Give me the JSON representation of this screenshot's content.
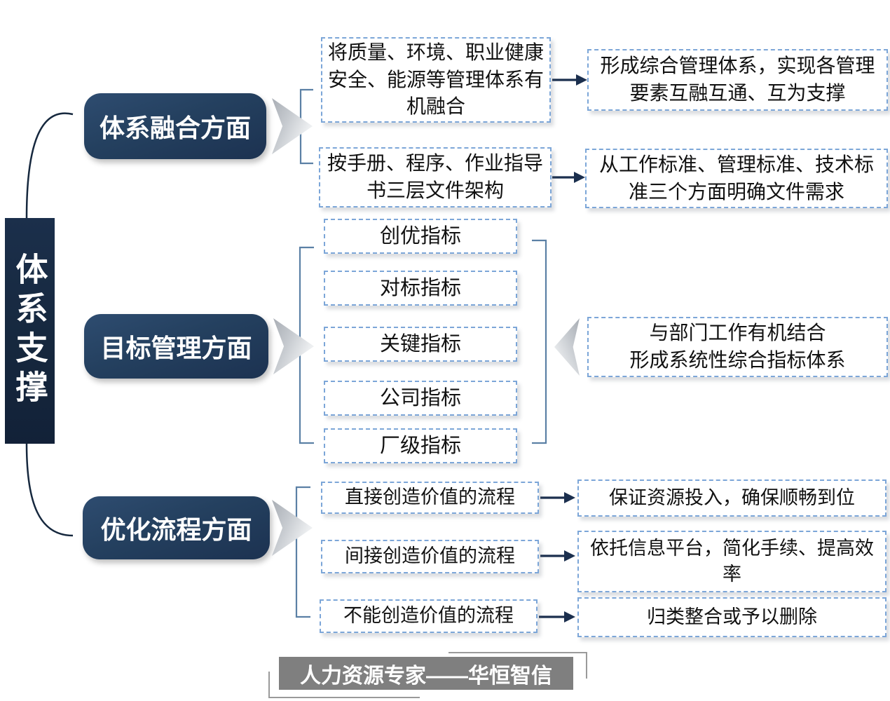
{
  "root": {
    "label": "体系支撑"
  },
  "sections": [
    {
      "label": "体系融合方面",
      "rows": [
        {
          "left": "将质量、环境、职业健康安全、能源等管理体系有机融合",
          "right": "形成综合管理体系，实现各管理要素互融互通、互为支撑"
        },
        {
          "left": "按手册、程序、作业指导书三层文件架构",
          "right": "从工作标准、管理标准、技术标准三个方面明确文件需求"
        }
      ]
    },
    {
      "label": "目标管理方面",
      "indicators": [
        "创优指标",
        "对标指标",
        "关键指标",
        "公司指标",
        "厂级指标"
      ],
      "result_line1": "与部门工作有机结合",
      "result_line2": "形成系统性综合指标体系"
    },
    {
      "label": "优化流程方面",
      "rows": [
        {
          "left": "直接创造价值的流程",
          "right": "保证资源投入，确保顺畅到位"
        },
        {
          "left": "间接创造价值的流程",
          "right": "依托信息平台，简化手续、提高效率"
        },
        {
          "left": "不能创造价值的流程",
          "right": "归类整合或予以删除"
        }
      ]
    }
  ],
  "footer": {
    "label": "人力资源专家——华恒智信"
  },
  "colors": {
    "pillar_navy": "#16283e",
    "pill_navy": "#24405f",
    "dashed_border_blue": "#7ca6d8",
    "bracket_blue": "#5b80a5",
    "arrow_navy": "#1b2f4e",
    "chevron_gray": "#c8ccd1",
    "banner_gray": "#7f7f7f"
  }
}
